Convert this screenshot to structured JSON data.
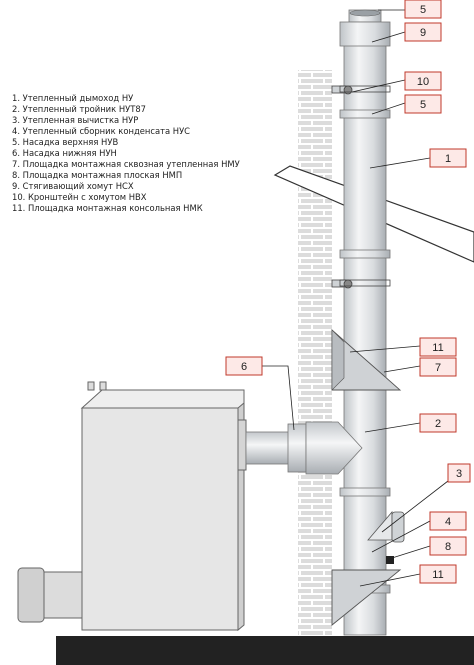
{
  "legend": [
    "1. Утепленный дымоход НУ",
    "2. Утепленный тройник НУТ87",
    "3. Утепленная вычистка НУР",
    "4. Утепленный сборник конденсата НУС",
    "5. Насадка верхняя НУВ",
    "6. Насадка нижняя НУН",
    "7. Площадка монтажная сквозная утепленная НМУ",
    "8. Площадка монтажная плоская НМП",
    "9. Стягивающий хомут НСХ",
    "10. Кронштейн с хомутом НВХ",
    "11. Площадка монтажная консольная НМК"
  ],
  "callouts": {
    "c5_top": "5",
    "c9": "9",
    "c10": "10",
    "c5_mid": "5",
    "c1": "1",
    "c11_top": "11",
    "c7": "7",
    "c6": "6",
    "c2": "2",
    "c3": "3",
    "c4": "4",
    "c8": "8",
    "c11_bot": "11"
  },
  "colors": {
    "callout_border": "#c0392b",
    "callout_fill": "#fde9e7",
    "pipe": "#d8dcdf",
    "boiler": "#e6e6e6",
    "floor": "#222222",
    "wall": "#d9d9d9"
  }
}
